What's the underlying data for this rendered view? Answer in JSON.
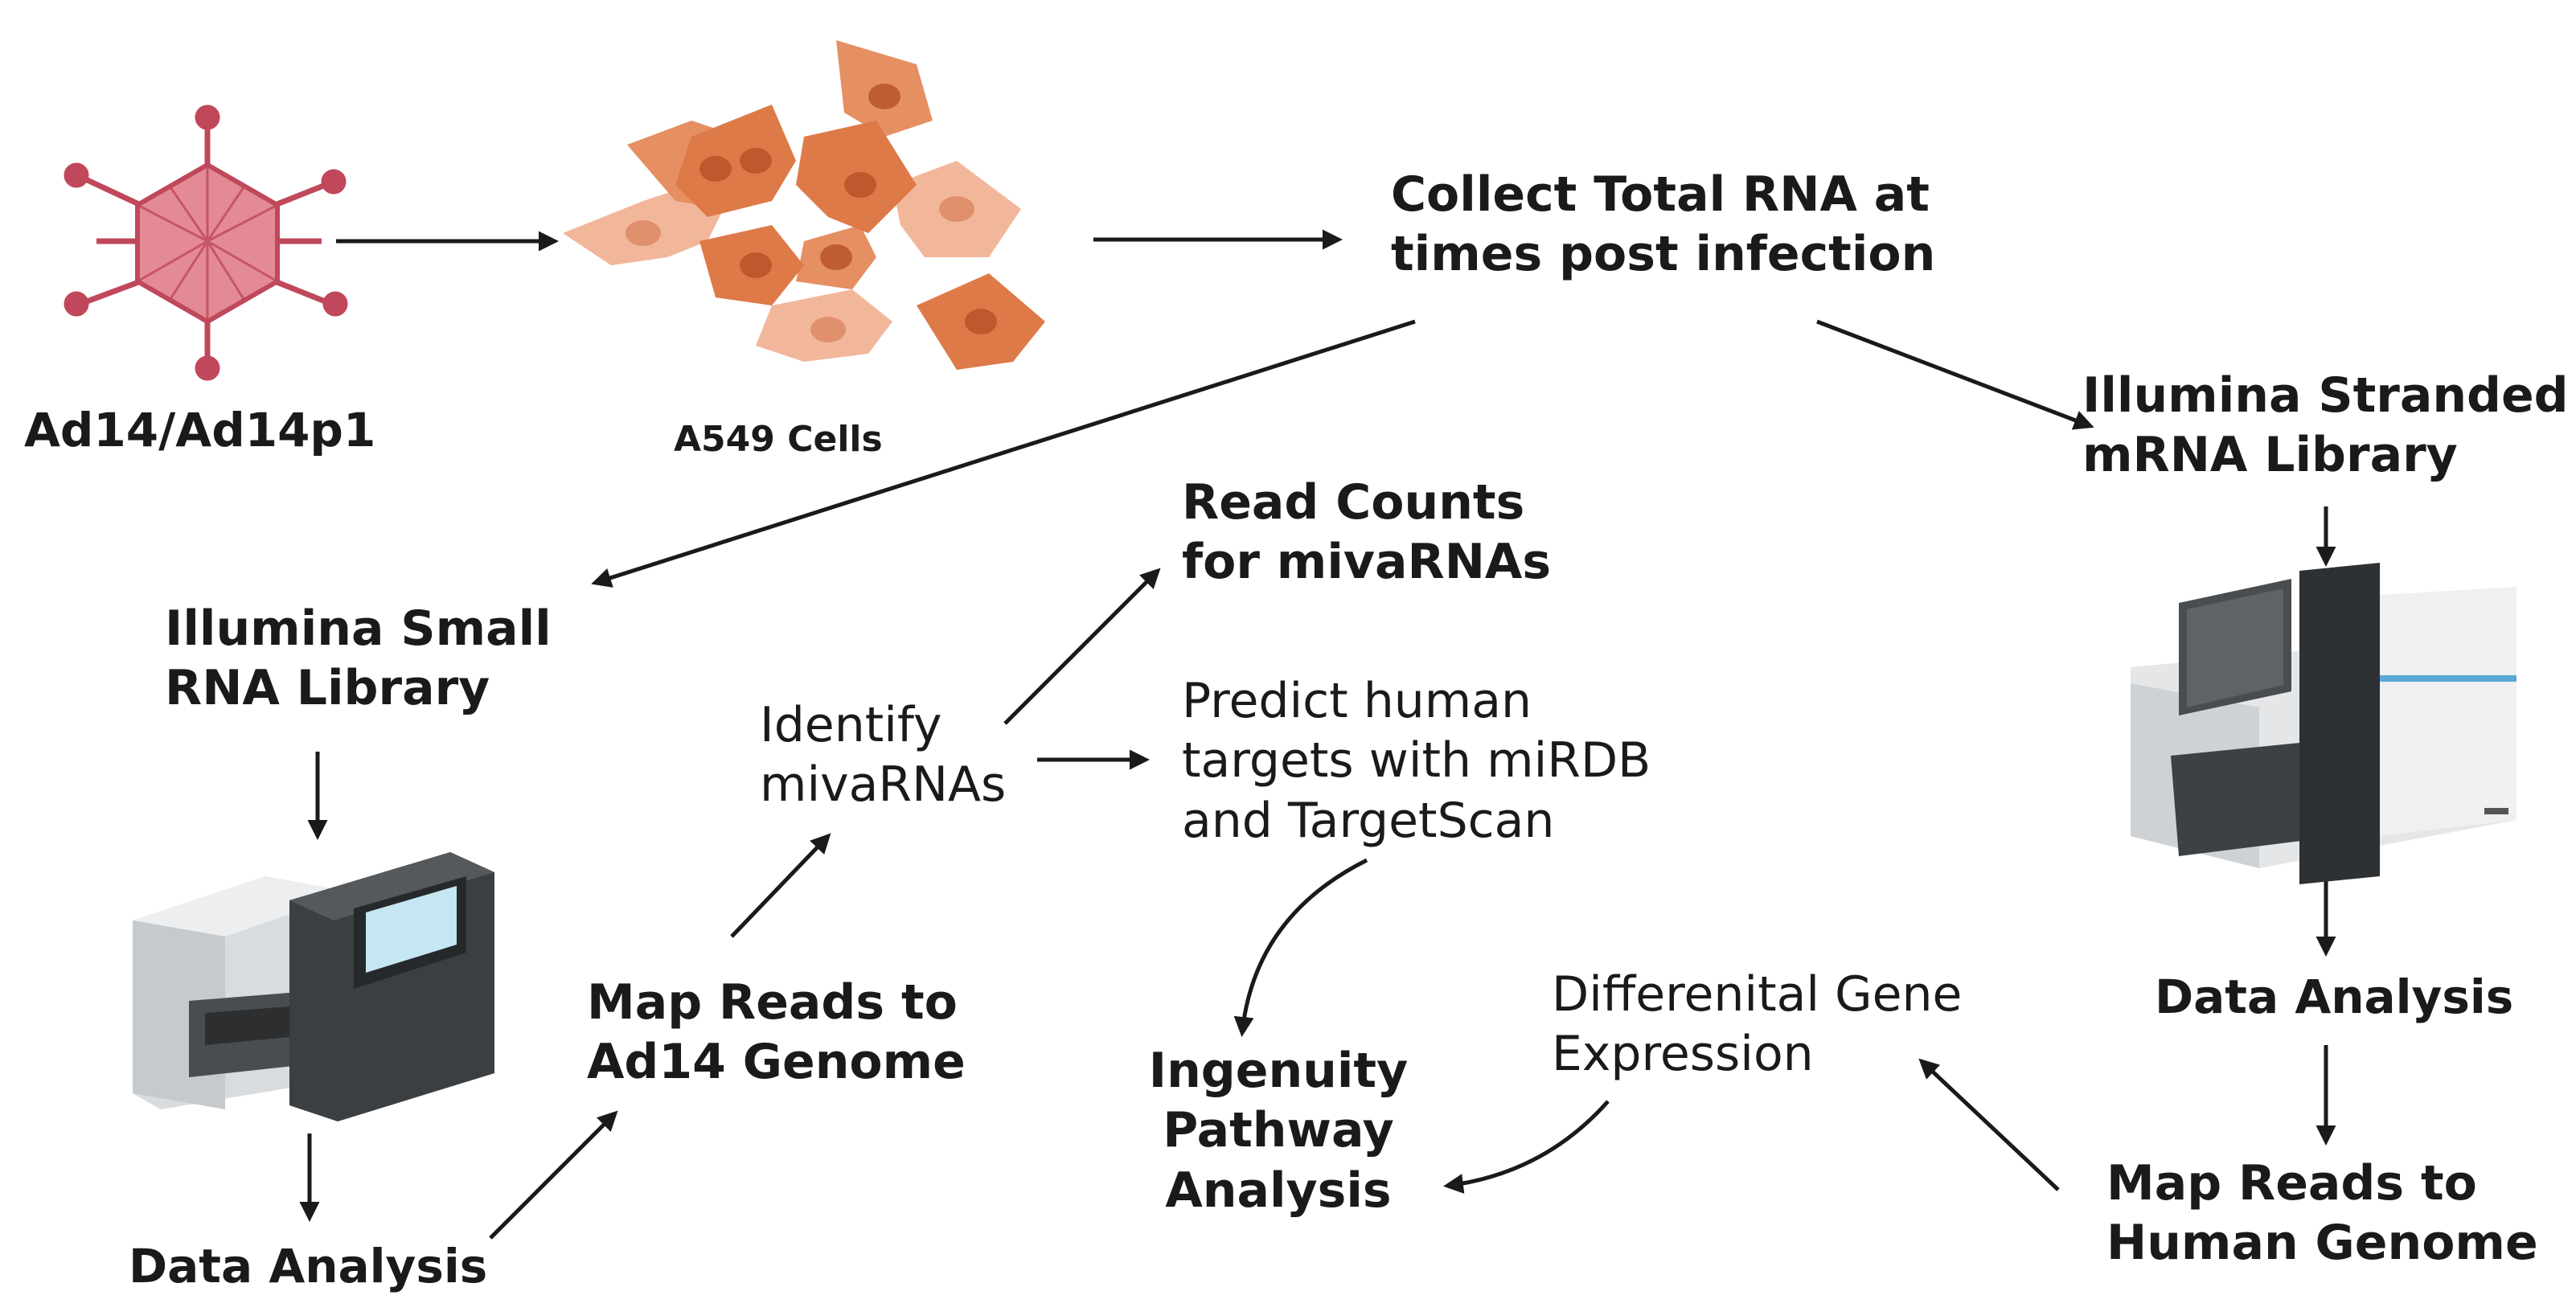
{
  "virus_label": "Ad14/Ad14p1",
  "cells_label": "A549 Cells",
  "collect_rna": [
    "Collect Total RNA at",
    "times post infection"
  ],
  "small_library": [
    "Illumina Small",
    "RNA Library"
  ],
  "stranded_library": [
    "Illumina Stranded",
    "mRNA Library"
  ],
  "left_data_analysis": "Data Analysis",
  "right_data_analysis": "Data Analysis",
  "map_ad14": [
    "Map Reads to",
    "Ad14 Genome"
  ],
  "identify": [
    "Identify",
    "mivaRNAs"
  ],
  "read_counts": [
    "Read Counts",
    "for mivaRNAs"
  ],
  "predict": [
    "Predict human",
    "targets with miRDB",
    "and TargetScan"
  ],
  "ingenuity": [
    "Ingenuity",
    "Pathway",
    "Analysis"
  ],
  "diff_expr": [
    "Differenital Gene",
    "Expression"
  ],
  "map_human": [
    "Map Reads to",
    "Human Genome"
  ]
}
